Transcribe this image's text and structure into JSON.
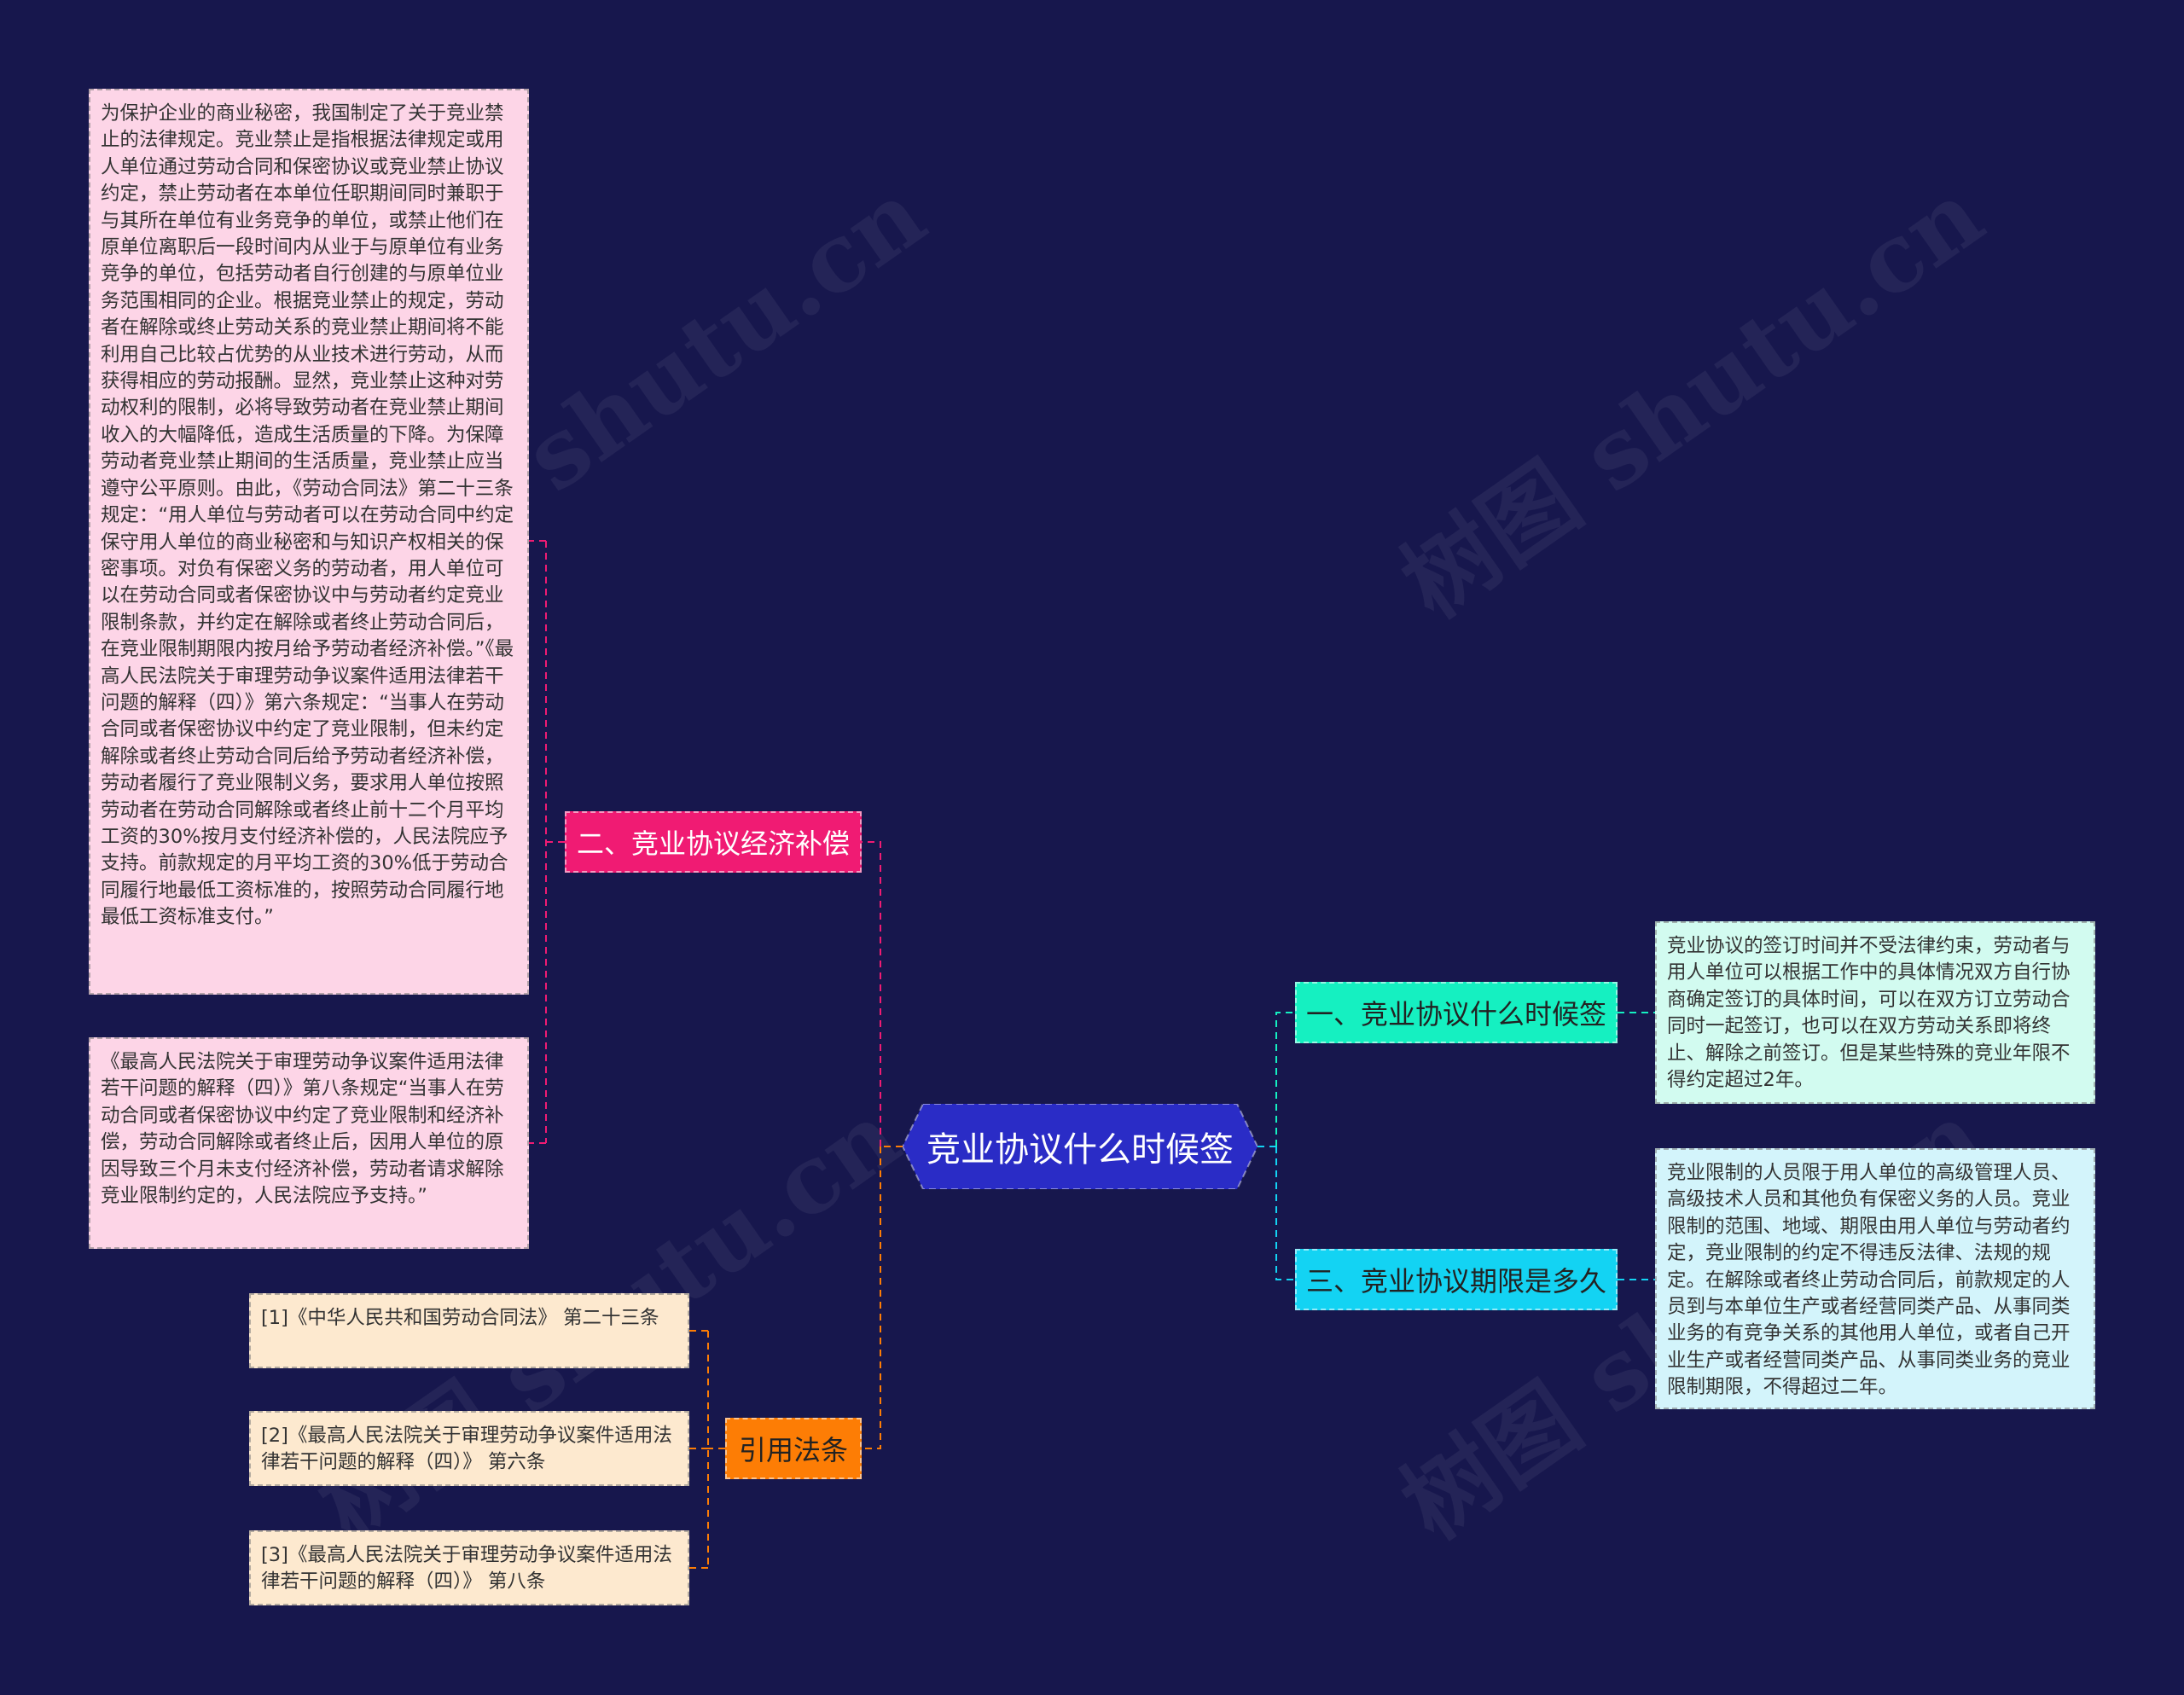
{
  "colors": {
    "background": "#17174d",
    "center": "#2a2cc6",
    "branch_compensation": "#f01b73",
    "branch_signing": "#15f0c1",
    "branch_duration": "#13d3f3",
    "branch_references": "#fd7d05"
  },
  "watermark": "树图 shutu.cn",
  "center": {
    "title": "竞业协议什么时候签"
  },
  "branches": {
    "signing": {
      "label": "一、竞业协议什么时候签",
      "note": "竞业协议的签订时间并不受法律约束，劳动者与用人单位可以根据工作中的具体情况双方自行协商确定签订的具体时间，可以在双方订立劳动合同时一起签订，也可以在双方劳动关系即将终止、解除之前签订。但是某些特殊的竞业年限不得约定超过2年。"
    },
    "compensation": {
      "label": "二、竞业协议经济补偿",
      "notes": [
        "为保护企业的商业秘密，我国制定了关于竞业禁止的法律规定。竞业禁止是指根据法律规定或用人单位通过劳动合同和保密协议或竞业禁止协议约定，禁止劳动者在本单位任职期间同时兼职于与其所在单位有业务竞争的单位，或禁止他们在原单位离职后一段时间内从业于与原单位有业务竞争的单位，包括劳动者自行创建的与原单位业务范围相同的企业。根据竞业禁止的规定，劳动者在解除或终止劳动关系的竞业禁止期间将不能利用自己比较占优势的从业技术进行劳动，从而获得相应的劳动报酬。显然，竞业禁止这种对劳动权利的限制，必将导致劳动者在竞业禁止期间收入的大幅降低，造成生活质量的下降。为保障劳动者竞业禁止期间的生活质量，竞业禁止应当遵守公平原则。由此，《劳动合同法》第二十三条规定：“用人单位与劳动者可以在劳动合同中约定保守用人单位的商业秘密和与知识产权相关的保密事项。对负有保密义务的劳动者，用人单位可以在劳动合同或者保密协议中与劳动者约定竞业限制条款，并约定在解除或者终止劳动合同后，在竞业限制期限内按月给予劳动者经济补偿。”《最高人民法院关于审理劳动争议案件适用法律若干问题的解释（四）》第六条规定：“当事人在劳动合同或者保密协议中约定了竞业限制，但未约定解除或者终止劳动合同后给予劳动者经济补偿，劳动者履行了竞业限制义务，要求用人单位按照劳动者在劳动合同解除或者终止前十二个月平均工资的30%按月支付经济补偿的，人民法院应予支持。前款规定的月平均工资的30%低于劳动合同履行地最低工资标准的，按照劳动合同履行地最低工资标准支付。”",
        "《最高人民法院关于审理劳动争议案件适用法律若干问题的解释（四）》第八条规定“当事人在劳动合同或者保密协议中约定了竞业限制和经济补偿，劳动合同解除或者终止后，因用人单位的原因导致三个月未支付经济补偿，劳动者请求解除竞业限制约定的，人民法院应予支持。”"
      ]
    },
    "duration": {
      "label": "三、竞业协议期限是多久",
      "note": "竞业限制的人员限于用人单位的高级管理人员、高级技术人员和其他负有保密义务的人员。竞业限制的范围、地域、期限由用人单位与劳动者约定，竞业限制的约定不得违反法律、法规的规定。在解除或者终止劳动合同后，前款规定的人员到与本单位生产或者经营同类产品、从事同类业务的有竞争关系的其他用人单位，或者自己开业生产或者经营同类产品、从事同类业务的竞业限制期限，不得超过二年。"
    },
    "references": {
      "label": "引用法条",
      "items": [
        "[1]《中华人民共和国劳动合同法》 第二十三条",
        "[2]《最高人民法院关于审理劳动争议案件适用法律若干问题的解释（四）》 第六条",
        "[3]《最高人民法院关于审理劳动争议案件适用法律若干问题的解释（四）》 第八条"
      ]
    }
  }
}
